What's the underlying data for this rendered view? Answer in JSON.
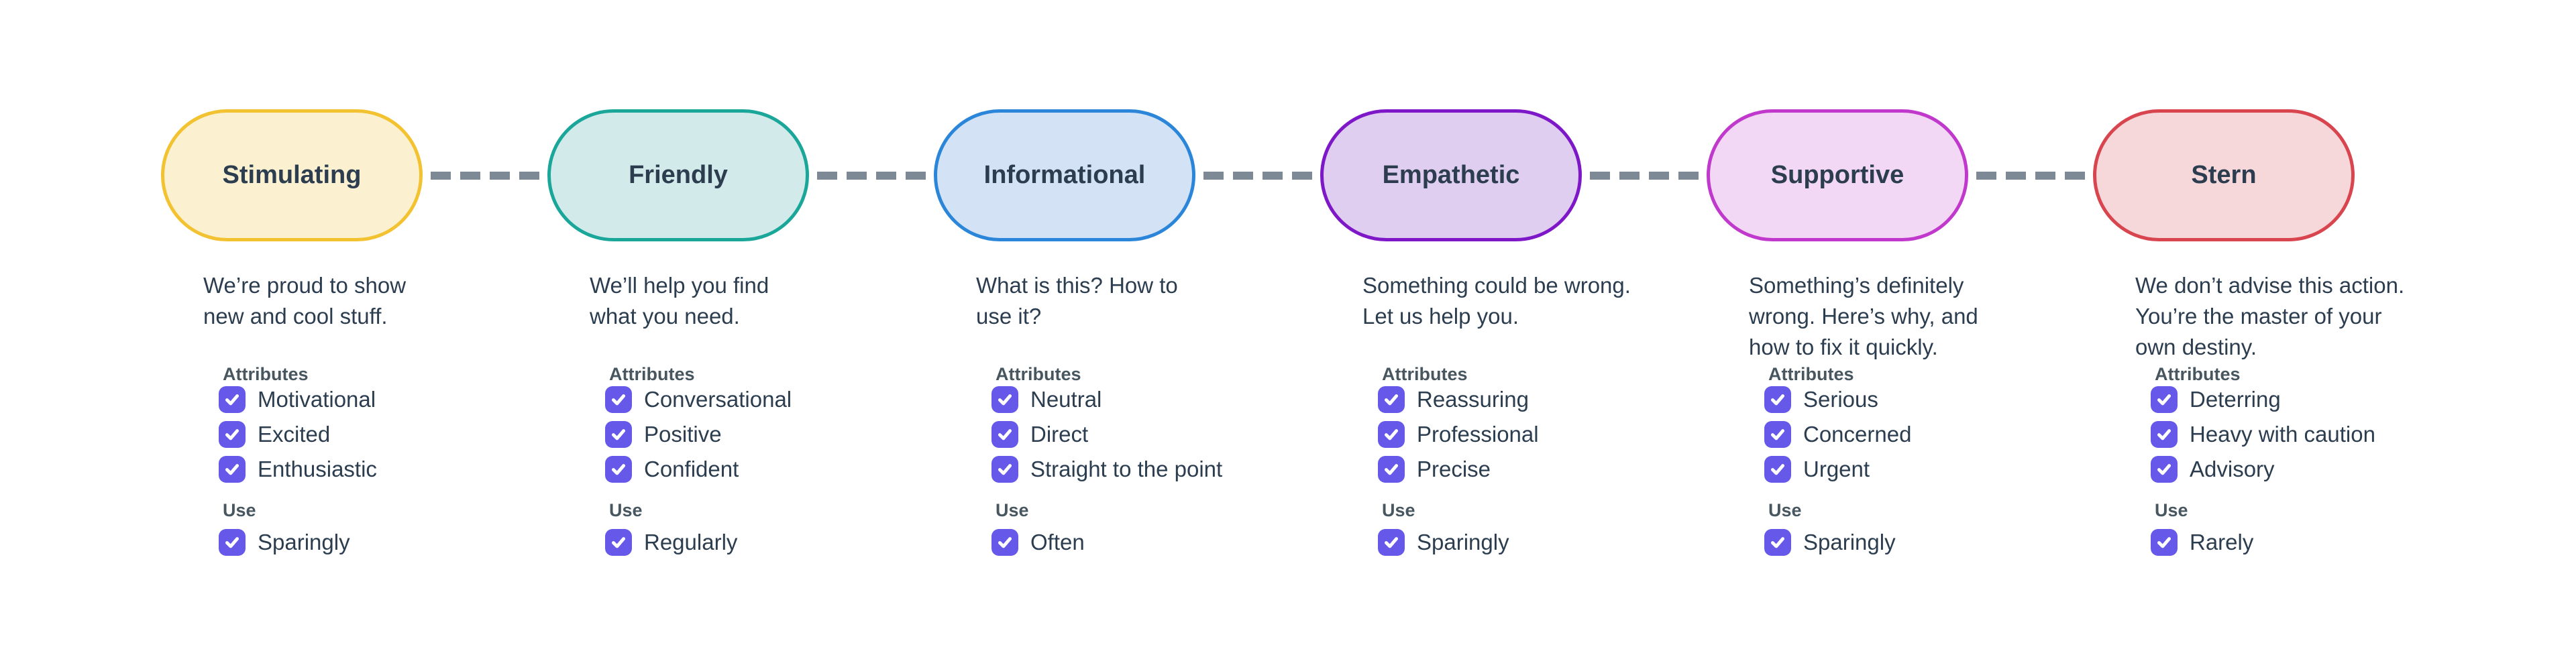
{
  "labels": {
    "attributes": "Attributes",
    "use": "Use"
  },
  "styles": {
    "page_bg": "#FFFFFF",
    "text_color": "#2B3D4F",
    "header_color": "#47565F",
    "checkbox_color": "#6659E9",
    "check_color": "#FFFFFF",
    "dash_color": "#7D8A96"
  },
  "columns": [
    {
      "title": "Stimulating",
      "description_lines": [
        "We’re proud to show",
        "new and cool stuff."
      ],
      "attributes": [
        "Motivational",
        "Excited",
        "Enthusiastic"
      ],
      "use": "Sparingly",
      "colors": {
        "border": "#F2C230",
        "fill": "#FBF1D1"
      }
    },
    {
      "title": "Friendly",
      "description_lines": [
        "We’ll help you find",
        "what you need."
      ],
      "attributes": [
        "Conversational",
        "Positive",
        "Confident"
      ],
      "use": "Regularly",
      "colors": {
        "border": "#1AA79A",
        "fill": "#D2EAE9"
      }
    },
    {
      "title": "Informational",
      "description_lines": [
        "What is this? How to",
        "use it?"
      ],
      "attributes": [
        "Neutral",
        "Direct",
        "Straight to the point"
      ],
      "use": "Often",
      "colors": {
        "border": "#2B86DA",
        "fill": "#D3E3F5"
      }
    },
    {
      "title": "Empathetic",
      "description_lines": [
        "Something could be wrong.",
        "Let us help you."
      ],
      "attributes": [
        "Reassuring",
        "Professional",
        "Precise"
      ],
      "use": "Sparingly",
      "colors": {
        "border": "#7E17C8",
        "fill": "#DFCEEF"
      }
    },
    {
      "title": "Supportive",
      "description_lines": [
        "Something’s definitely",
        "wrong. Here’s why, and",
        "how to fix it quickly."
      ],
      "attributes": [
        "Serious",
        "Concerned",
        "Urgent"
      ],
      "use": "Sparingly",
      "colors": {
        "border": "#C138CC",
        "fill": "#F2D8F5"
      }
    },
    {
      "title": "Stern",
      "description_lines": [
        "We don’t advise this action.",
        "You’re the master of your",
        "own destiny."
      ],
      "attributes": [
        "Deterring",
        "Heavy with caution",
        "Advisory"
      ],
      "use": "Rarely",
      "colors": {
        "border": "#D8454F",
        "fill": "#F6D8DA"
      }
    }
  ]
}
